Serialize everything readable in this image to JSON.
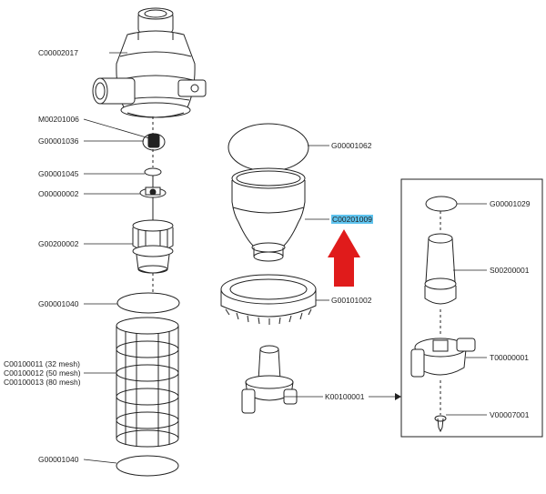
{
  "parts": {
    "housing_top": "C00002017",
    "m_part": "M00201006",
    "g_1036": "G00001036",
    "g_1045": "G00001045",
    "o_part": "O00000002",
    "g_200002": "G00200002",
    "g_1040_top": "G00001040",
    "mesh_32": "C00100011 (32 mesh)",
    "mesh_50": "C00100012 (50 mesh)",
    "mesh_80": "C00100013 (80 mesh)",
    "g_1040_bottom": "G00001040",
    "g_1062": "G00001062",
    "bowl": "C00201009",
    "g_101002": "G00101002",
    "k_part": "K00100001",
    "g_1029": "G00001029",
    "s_part": "S00200001",
    "t_part": "T00000001",
    "v_part": "V00007001"
  },
  "colors": {
    "highlight": "#5fc3ee",
    "arrow": "#e01b1b",
    "line": "#222222"
  }
}
